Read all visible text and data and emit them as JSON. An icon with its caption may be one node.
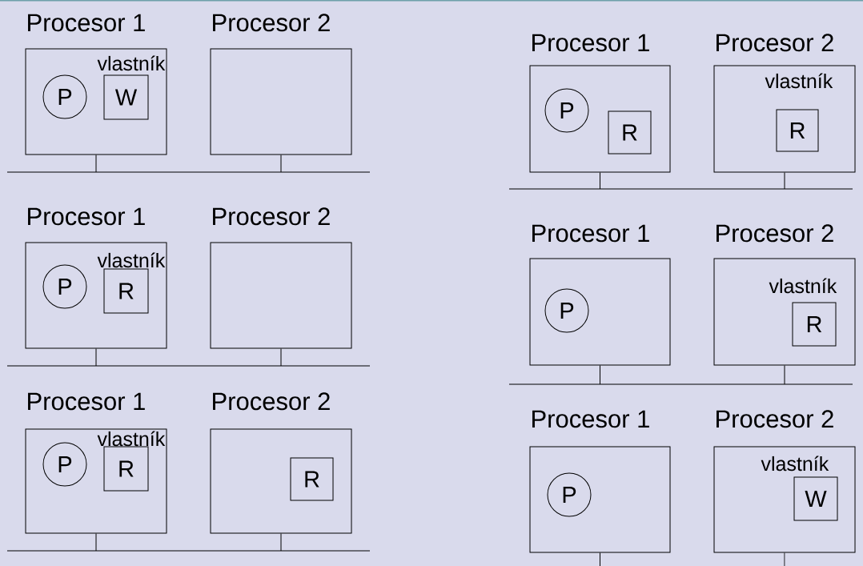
{
  "diagram": {
    "nodes": [
      {
        "text": [
          "Procesor 1"
        ]
      },
      {
        "text": [
          "P"
        ],
        "in": 0
      },
      {
        "text": [
          "W"
        ],
        "in": 0,
        "beside": [
          "vlastník"
        ]
      },
      {
        "text": [
          "Procesor 2"
        ]
      },
      {
        "text": [],
        "shape": "bar"
      },
      {
        "text": [
          "Procesor 1"
        ]
      },
      {
        "text": [
          "P"
        ],
        "in": 5
      },
      {
        "text": [
          "R"
        ],
        "in": 5,
        "beside": [
          "vlastník"
        ]
      },
      {
        "text": [
          "Procesor 2"
        ]
      },
      {
        "text": [],
        "shape": "bar"
      },
      {
        "text": [
          "Procesor 1"
        ]
      },
      {
        "text": [
          "P"
        ],
        "in": 10
      },
      {
        "text": [
          "R"
        ],
        "in": 10,
        "beside": [
          "vlastník"
        ]
      },
      {
        "text": [
          "Procesor 2"
        ]
      },
      {
        "text": [
          "R"
        ],
        "in": 13
      },
      {
        "text": [],
        "shape": "bar"
      },
      {
        "text": [
          "Procesor 1"
        ]
      },
      {
        "text": [
          "P"
        ],
        "in": 16
      },
      {
        "text": [
          "R"
        ],
        "in": 16
      },
      {
        "text": [
          "Procesor 2"
        ]
      },
      {
        "text": [
          "R"
        ],
        "in": 19,
        "beside": [
          "vlastník"
        ]
      },
      {
        "text": [],
        "shape": "bar"
      },
      {
        "text": [
          "Procesor 1"
        ]
      },
      {
        "text": [
          "P"
        ],
        "in": 22
      },
      {
        "text": [
          "Procesor 2"
        ]
      },
      {
        "text": [
          "R"
        ],
        "in": 24,
        "beside": [
          "vlastník"
        ]
      },
      {
        "text": [],
        "shape": "bar"
      },
      {
        "text": [
          "Procesor 1"
        ]
      },
      {
        "text": [
          "P"
        ],
        "in": 27
      },
      {
        "text": [
          "Procesor 2"
        ]
      },
      {
        "text": [
          "W"
        ],
        "in": 29,
        "beside": [
          "vlastník"
        ]
      }
    ],
    "edges": [
      {
        "from": 0,
        "to": 4,
        "arrow": "none"
      },
      {
        "from": 3,
        "to": 4,
        "arrow": "none"
      },
      {
        "from": 5,
        "to": 9,
        "arrow": "none"
      },
      {
        "from": 8,
        "to": 9,
        "arrow": "none"
      },
      {
        "from": 10,
        "to": 15,
        "arrow": "none"
      },
      {
        "from": 13,
        "to": 15,
        "arrow": "none"
      },
      {
        "from": 16,
        "to": 21,
        "arrow": "none"
      },
      {
        "from": 19,
        "to": 21,
        "arrow": "none"
      },
      {
        "from": 22,
        "to": 26,
        "arrow": "none"
      },
      {
        "from": 24,
        "to": 26,
        "arrow": "none"
      },
      {
        "from": 27,
        "to": null,
        "arrow": "none"
      },
      {
        "from": 29,
        "to": null,
        "arrow": "none"
      }
    ]
  }
}
